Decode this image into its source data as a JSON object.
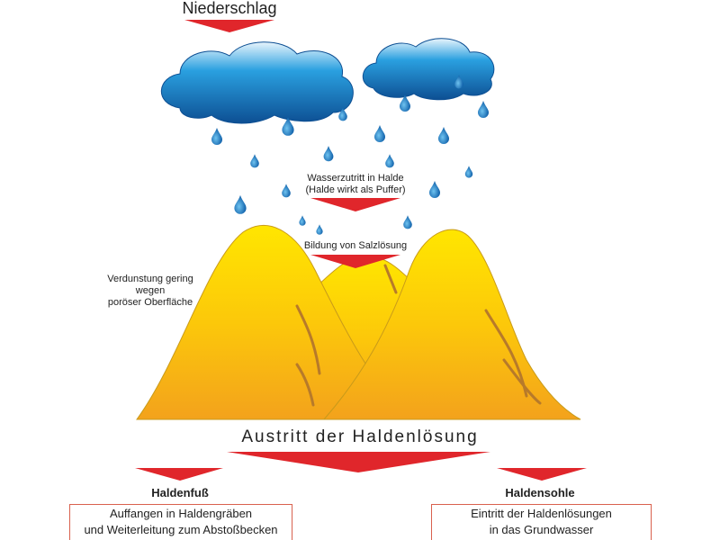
{
  "labels": {
    "precipitation": "Niederschlag",
    "water_entry_line1": "Wasserzutritt in Halde",
    "water_entry_line2": "(Halde wirkt als Puffer)",
    "salt_formation": "Bildung von Salzlösung",
    "evaporation_line1": "Verdunstung gering",
    "evaporation_line2": "wegen",
    "evaporation_line3": "poröser Oberfläche",
    "leachate_exit": "Austritt der Haldenlösung"
  },
  "branches": [
    {
      "title": "Haldenfuß",
      "line1": "Auffangen in Haldengräben",
      "line2": "und Weiterleitung zum Abstoßbecken"
    },
    {
      "title": "Haldensohle",
      "line1": "Eintritt der Haldenlösungen",
      "line2": "in das Grundwasser"
    }
  ],
  "colors": {
    "arrow": "#e0262b",
    "cloud": "#1a6fb8",
    "mound_top": "#ffe600",
    "mound_bottom": "#f3a21c",
    "box_border": "#d9614e"
  }
}
